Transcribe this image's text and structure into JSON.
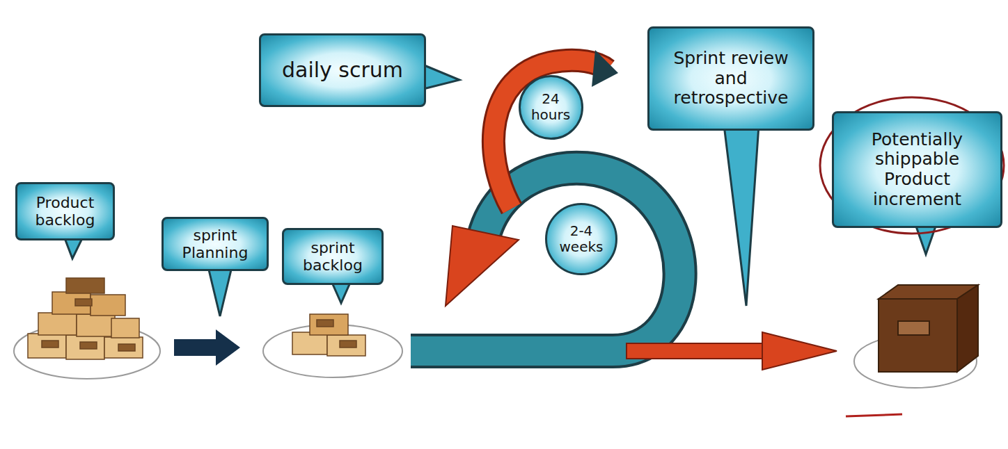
{
  "diagram": {
    "nodes": [
      {
        "text": [
          "daily scrum"
        ]
      },
      {
        "text": [
          "24 hours"
        ]
      },
      {
        "text": [
          "Sprint review and retrospective"
        ]
      },
      {
        "text": [
          "Potentially shippable Product increment"
        ]
      },
      {
        "text": [
          "Product backlog"
        ]
      },
      {
        "text": [
          "sprint Planning"
        ]
      },
      {
        "text": [
          "sprint backlog"
        ]
      },
      {
        "text": [
          "2-4 weeks"
        ]
      }
    ]
  }
}
